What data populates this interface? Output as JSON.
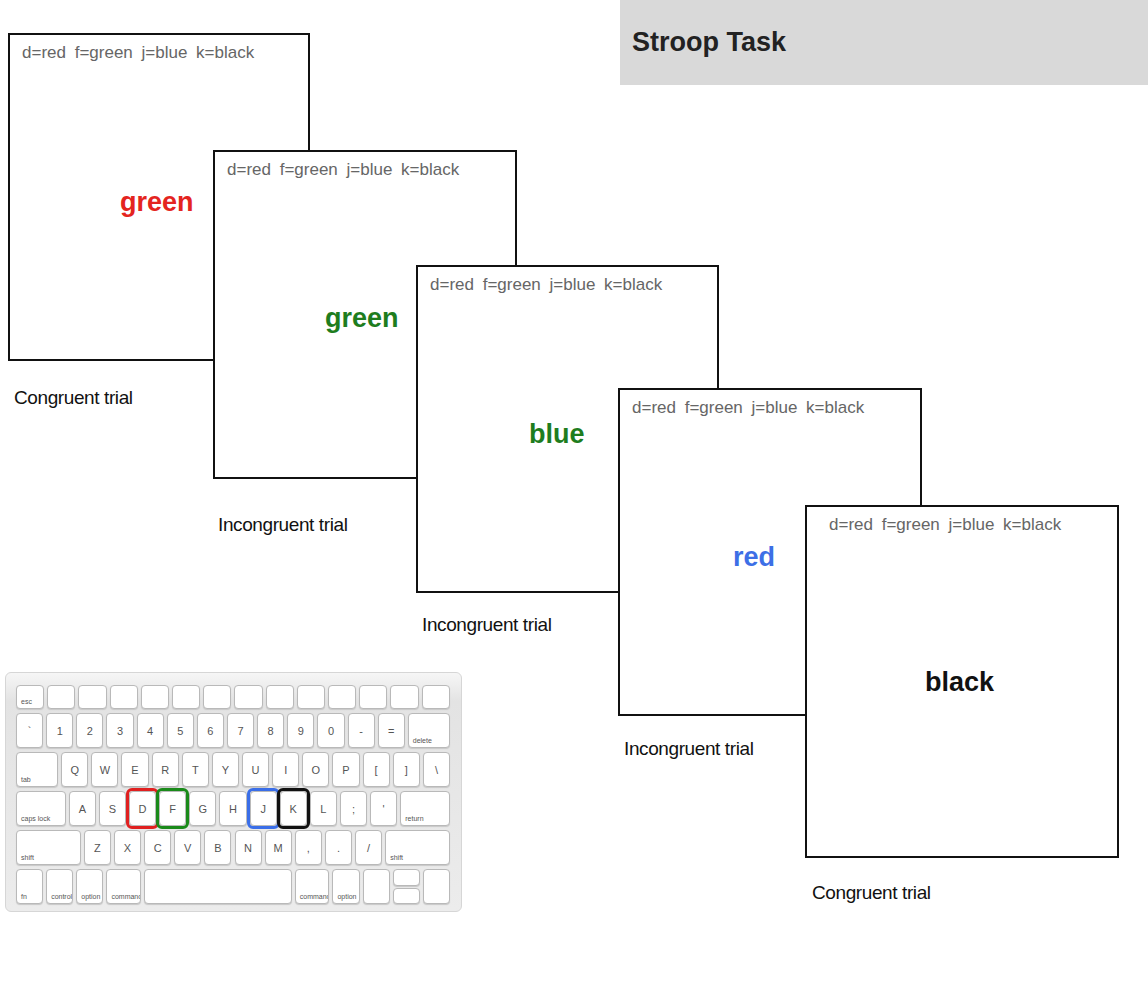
{
  "diagram": {
    "title": "Stroop Task",
    "nodes": [
      {
        "text": [
          "d=red f=green j=blue k=black",
          "green",
          "Congruent trial"
        ]
      },
      {
        "text": [
          "d=red f=green j=blue k=black",
          "green",
          "Incongruent trial"
        ]
      },
      {
        "text": [
          "d=red f=green j=blue k=black",
          "blue",
          "Incongruent trial"
        ]
      },
      {
        "text": [
          "d=red f=green j=blue k=black",
          "red",
          "Incongruent trial"
        ]
      },
      {
        "text": [
          "d=red f=green j=blue k=black",
          "black",
          "Congruent trial"
        ]
      }
    ],
    "labels": [
      "esc",
      "`",
      "1",
      "2",
      "3",
      "4",
      "5",
      "6",
      "7",
      "8",
      "9",
      "0",
      "-",
      "=",
      "delete",
      "tab",
      "Q",
      "W",
      "E",
      "R",
      "T",
      "Y",
      "U",
      "I",
      "O",
      "P",
      "[",
      "]",
      "\\",
      "caps lock",
      "A",
      "S",
      "D",
      "F",
      "G",
      "H",
      "J",
      "K",
      "L",
      ";",
      "'",
      "return",
      "shift",
      "Z",
      "X",
      "C",
      "V",
      "B",
      "N",
      "M",
      ",",
      ".",
      "/",
      "shift",
      "fn",
      "control",
      "option",
      "command",
      "command",
      "option"
    ]
  }
}
